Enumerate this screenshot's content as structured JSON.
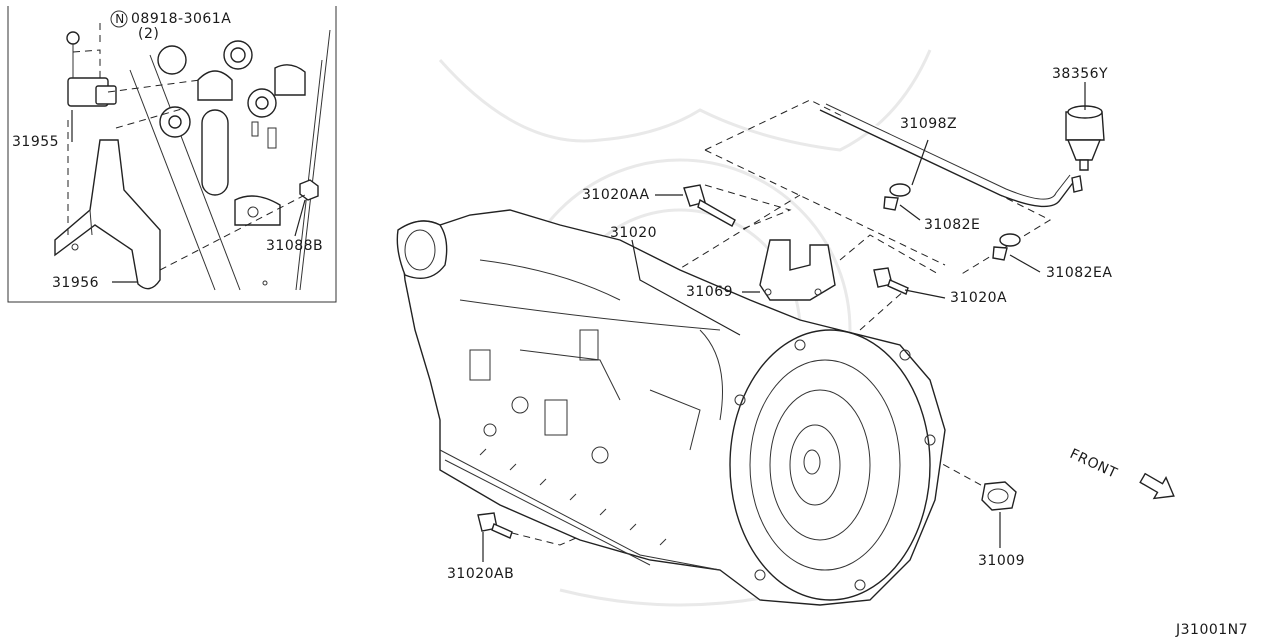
{
  "diagram": {
    "note_symbol": "N",
    "labels": {
      "p08918": "08918-3061A",
      "qty": "(2)",
      "p31955": "31955",
      "p31088b": "31088B",
      "p31956": "31956",
      "p31098z": "31098Z",
      "p38356y": "38356Y",
      "p31020aa": "31020AA",
      "p31020": "31020",
      "p31082e": "31082E",
      "p31069": "31069",
      "p31082ea": "31082EA",
      "p31020a": "31020A",
      "p31009": "31009",
      "p31020ab": "31020AB",
      "front": "FRONT",
      "code": "J31001N7"
    },
    "icons": [
      "front-arrow-icon",
      "note-circle-icon"
    ]
  }
}
